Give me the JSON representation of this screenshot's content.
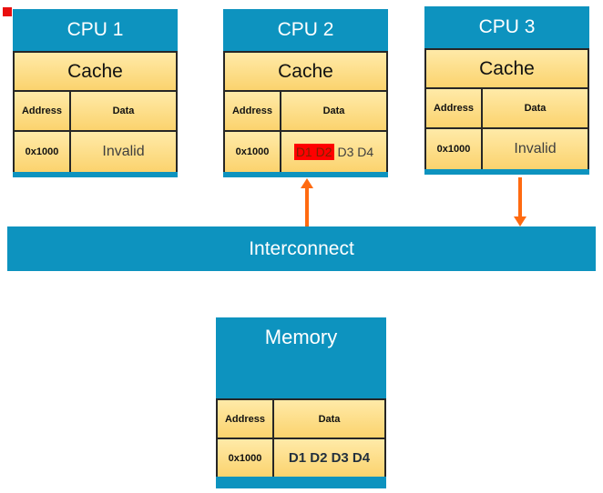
{
  "cpus": [
    {
      "title": "CPU 1",
      "cache_label": "Cache",
      "columns": [
        "Address",
        "Data"
      ],
      "row": {
        "address": "0x1000",
        "data": "Invalid"
      }
    },
    {
      "title": "CPU 2",
      "cache_label": "Cache",
      "columns": [
        "Address",
        "Data"
      ],
      "row": {
        "address": "0x1000",
        "data_highlight": "D1 D2",
        "data_rest": "D3 D4"
      }
    },
    {
      "title": "CPU 3",
      "cache_label": "Cache",
      "columns": [
        "Address",
        "Data"
      ],
      "row": {
        "address": "0x1000",
        "data": "Invalid"
      }
    }
  ],
  "interconnect": {
    "label": "Interconnect"
  },
  "memory": {
    "title": "Memory",
    "columns": [
      "Address",
      "Data"
    ],
    "row": {
      "address": "0x1000",
      "data": "D1 D2 D3 D4"
    }
  },
  "colors": {
    "panel_blue": "#0d93bf",
    "cell_tan_top": "#ffeaa8",
    "cell_tan_bottom": "#fbd36e",
    "border_dark": "#262626",
    "connector_orange": "#ff6a10",
    "highlight_red": "#fe0000",
    "highlight_text": "#7f2100",
    "muted_text": "#3f3f3f",
    "memory_data_text": "#23303e",
    "red_marker": "#e90f0f"
  }
}
